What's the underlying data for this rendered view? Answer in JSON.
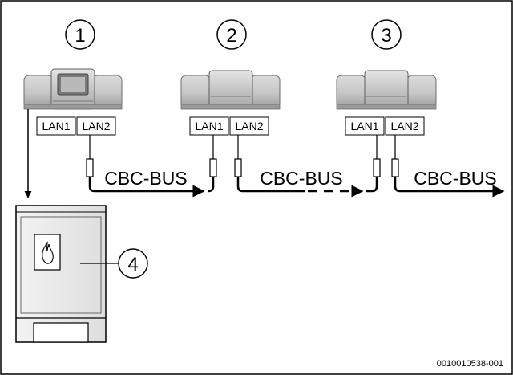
{
  "diagram": {
    "callouts": [
      "1",
      "2",
      "3",
      "4"
    ],
    "port_left": "LAN1",
    "port_right": "LAN2",
    "bus_label": "CBC-BUS",
    "figure_id": "0010010538-001"
  },
  "colors": {
    "line": "#000000",
    "module_body": "#c9c9c9",
    "module_dark": "#8d8d8d",
    "boiler_body": "#ececec",
    "display": "#7a7a7a"
  },
  "icons": {
    "boiler_symbol": "flame-icon",
    "module_1": "controller-with-display",
    "module_2": "extension-module",
    "module_3": "extension-module"
  }
}
